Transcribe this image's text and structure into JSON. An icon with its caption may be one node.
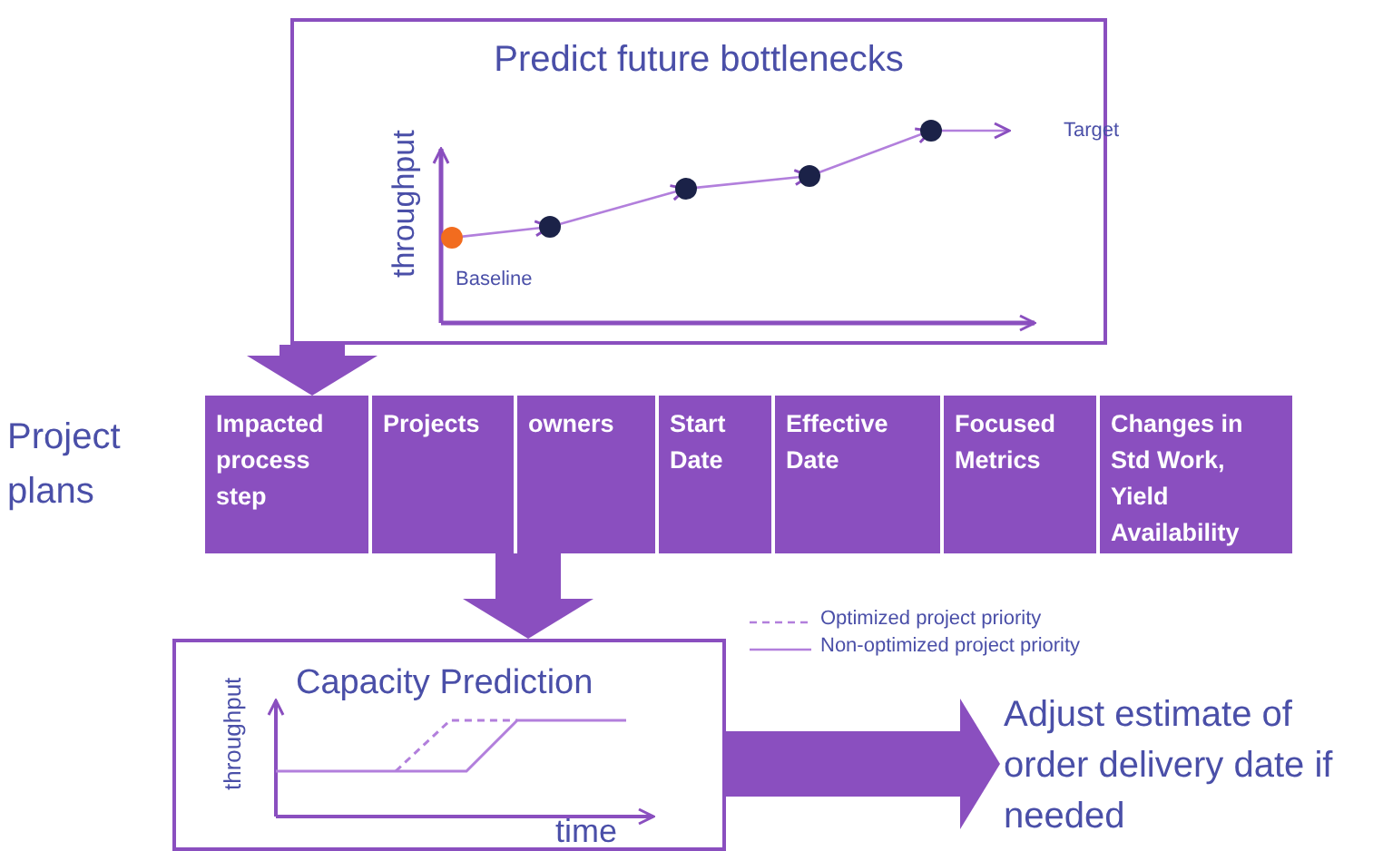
{
  "diagram": {
    "nodes": [
      {
        "text": [
          "Predict future bottlenecks"
        ]
      },
      {
        "text": [
          "Impacted process step",
          "Projects",
          "owners",
          "Start Date",
          "Effective Date",
          "Focused Metrics",
          "Changes in Std Work, Yield Availability"
        ],
        "beside": [
          "Project plans"
        ]
      },
      {
        "text": [
          "Capacity Prediction"
        ]
      },
      {
        "text": [
          "Adjust estimate of order delivery date if needed"
        ]
      }
    ],
    "edges": [
      {
        "from": 0,
        "to": 1,
        "arrow": "to"
      },
      {
        "from": 1,
        "to": 2,
        "arrow": "to"
      },
      {
        "from": 2,
        "to": 3,
        "arrow": "to"
      }
    ],
    "labels": [
      "throughput",
      "Target",
      "Baseline",
      "throughput",
      "time"
    ],
    "legend": [
      {
        "text": "Optimized project priority"
      },
      {
        "text": "Non-optimized project priority"
      }
    ]
  }
}
